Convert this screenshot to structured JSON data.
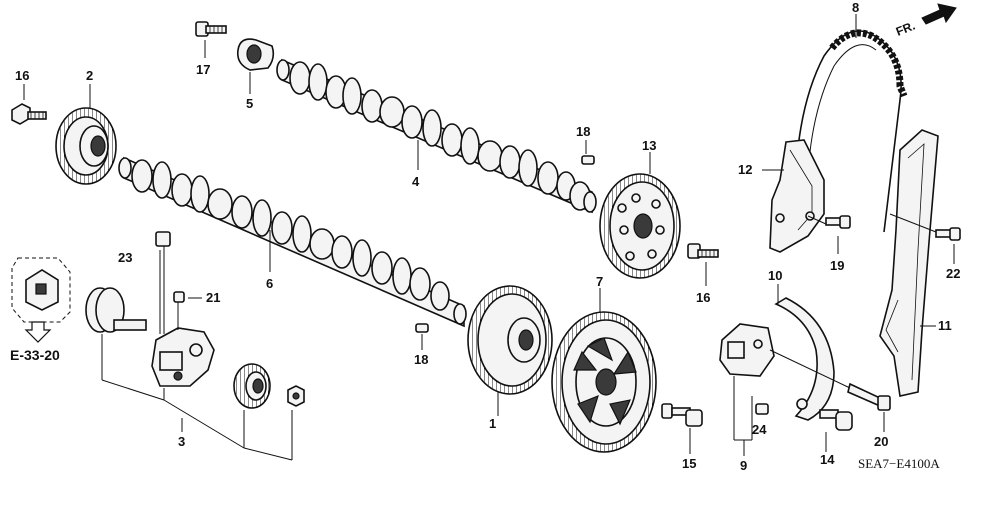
{
  "diagram": {
    "code": "SEA7−E4100A",
    "direction_label": "FR.",
    "reference": "E-33-20",
    "callouts": [
      "1",
      "2",
      "3",
      "4",
      "5",
      "6",
      "7",
      "8",
      "9",
      "10",
      "11",
      "12",
      "13",
      "14",
      "15",
      "16",
      "16",
      "17",
      "18",
      "18",
      "19",
      "20",
      "21",
      "22",
      "23",
      "24"
    ]
  }
}
